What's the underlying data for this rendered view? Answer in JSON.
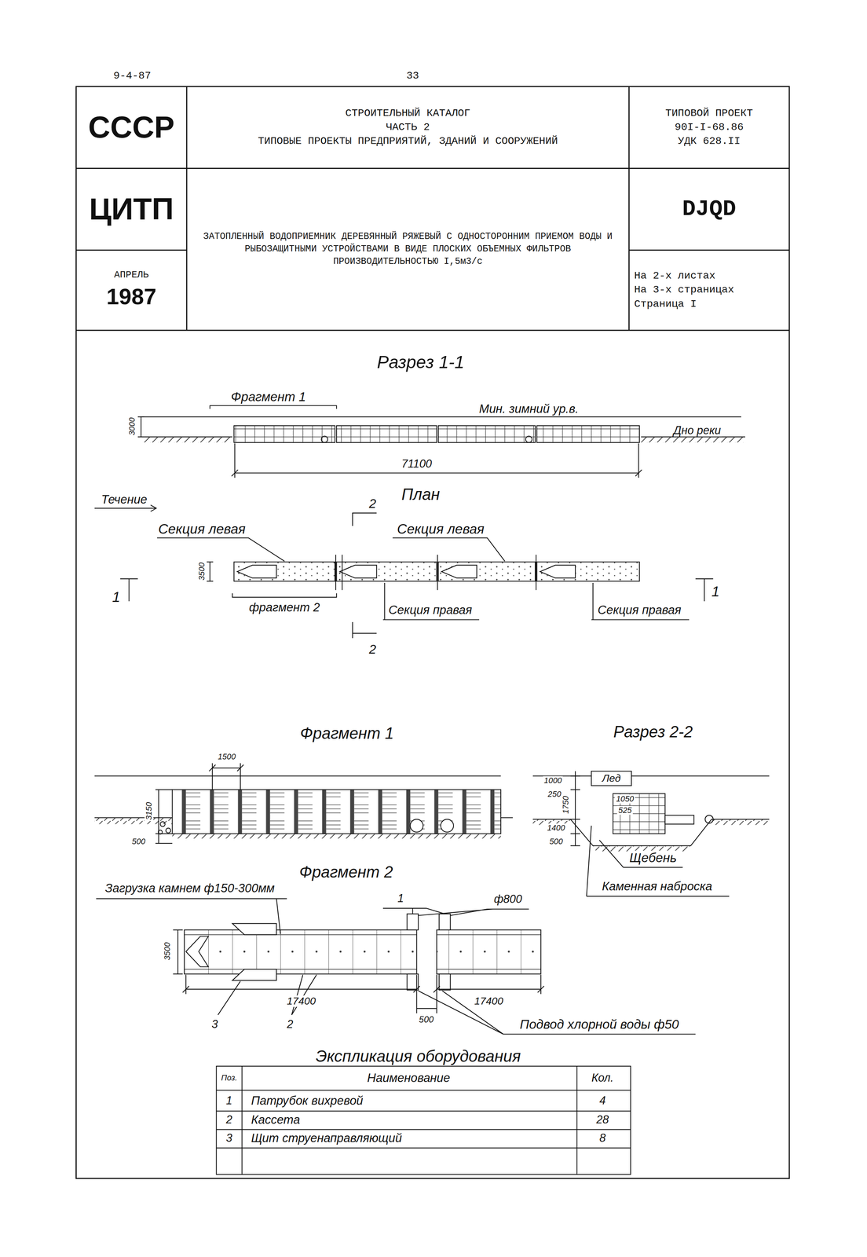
{
  "diagram": {
    "nodes": [
      {
        "text": [
          "СССР"
        ]
      },
      {
        "text": [
          "СТРОИТЕЛЬНЫЙ КАТАЛОГ",
          "ЧАСТЬ 2",
          "ТИПОВЫЕ ПРОЕКТЫ ПРЕДПРИЯТИЙ, ЗДАНИЙ И СООРУЖЕНИЙ"
        ]
      },
      {
        "text": [
          "ТИПОВОЙ ПРОЕКТ",
          "90I-I-68.86",
          "УДК 628.II"
        ]
      },
      {
        "text": [
          "ЦИТП"
        ]
      },
      {
        "text": [
          "ЗАТОПЛЕННЫЙ ВОДОПРИЕМНИК ДЕРЕВЯННЫЙ РЯЖЕВЫЙ С ОДНОСТОРОННИМ ПРИЕМОМ ВОДЫ И РЫБОЗАЩИТНЫМИ УСТРОЙСТВАМИ В ВИДЕ ПЛОСКИХ ОБЪЕМНЫХ ФИЛЬТРОВ ПРОИЗВОДИТЕЛЬНОСТЬЮ I,5м3/с"
        ]
      },
      {
        "text": [
          "DJQD"
        ]
      },
      {
        "text": [
          "АПРЕЛЬ",
          "1987"
        ]
      },
      {
        "text": [
          "На 2-х листах",
          "На 3-х страницах",
          "Страница I"
        ]
      }
    ],
    "labels": [
      "9-4-87",
      "33",
      "Разрез 1-1",
      "Фрагмент 1",
      "Мин. зимний ур.в.",
      "3000",
      "Дно реки",
      "71100",
      "План",
      "Течение",
      "2",
      "Секция левая",
      "Секция левая",
      "1",
      "3500",
      "1",
      "фрагмент 2",
      "Секция правая",
      "Секция правая",
      "2",
      "Фрагмент 1",
      "Разрез 2-2",
      "1500",
      "3150",
      "500",
      "1000",
      "Лед",
      "250",
      "1750",
      "1050",
      "525",
      "1400",
      "500",
      "Щебень",
      "Фрагмент 2",
      "Каменная наброска",
      "Загрузка камнем ф150-300мм",
      "1",
      "ф800",
      "3500",
      "17400",
      "17400",
      "500",
      "3",
      "2",
      "Подвод хлорной воды ф50",
      "Экспликация оборудования",
      "Поз.",
      "Наименование",
      "Кол.",
      "1",
      "Патрубок вихревой",
      "4",
      "2",
      "Кассета",
      "28",
      "3",
      "Щит струенаправляющий",
      "8"
    ]
  }
}
